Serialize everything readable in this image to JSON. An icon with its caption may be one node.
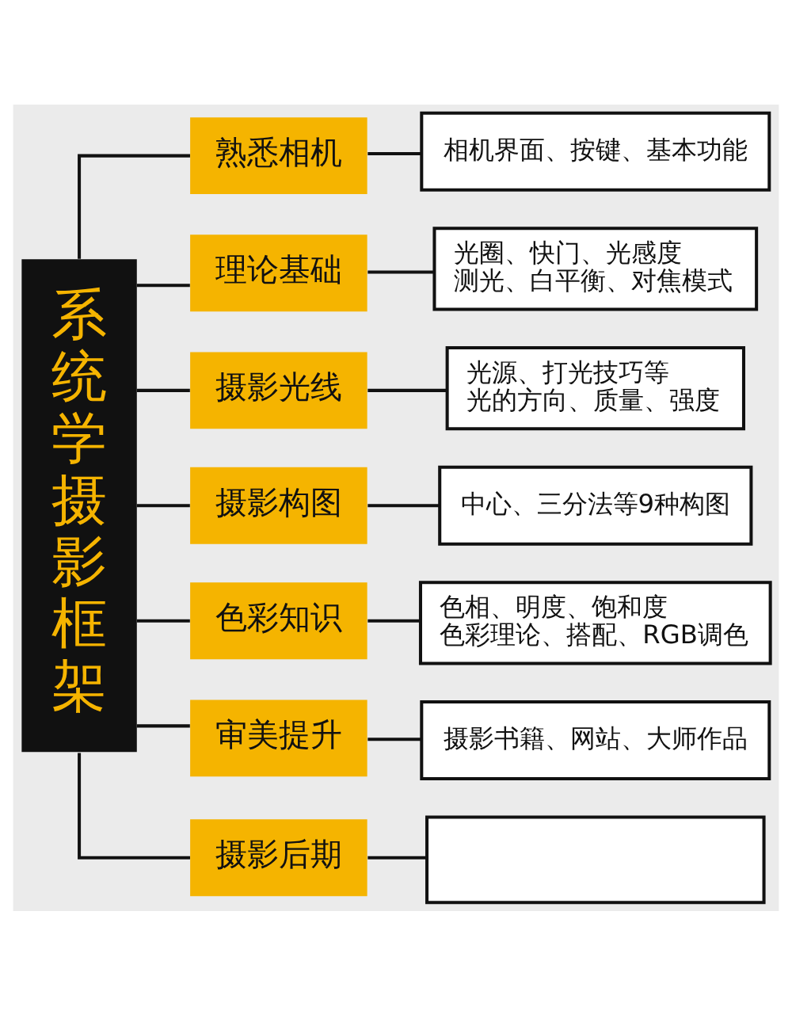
{
  "diagram": {
    "nodes": [
      {
        "text": [
          "系统学摄影框架"
        ]
      },
      {
        "text": [
          "熟悉相机"
        ]
      },
      {
        "text": [
          "相机界面、按键、基本功能"
        ]
      },
      {
        "text": [
          "理论基础"
        ]
      },
      {
        "text": [
          "光圈、快门、光感度",
          "测光、白平衡、对焦模式"
        ]
      },
      {
        "text": [
          "摄影光线"
        ]
      },
      {
        "text": [
          "光源、打光技巧等",
          "光的方向、质量、强度"
        ]
      },
      {
        "text": [
          "摄影构图"
        ]
      },
      {
        "text": [
          "中心、三分法等9种构图"
        ]
      },
      {
        "text": [
          "色彩知识"
        ]
      },
      {
        "text": [
          "色相、明度、饱和度",
          "色彩理论、搭配、RGB调色"
        ]
      },
      {
        "text": [
          "审美提升"
        ]
      },
      {
        "text": [
          "摄影书籍、网站、大师作品"
        ]
      },
      {
        "text": [
          "摄影后期"
        ]
      },
      {
        "text": [],
        "shape": "box"
      }
    ],
    "edges": [
      {
        "from": 0,
        "to": 1,
        "arrow": "none"
      },
      {
        "from": 0,
        "to": 3,
        "arrow": "none"
      },
      {
        "from": 0,
        "to": 5,
        "arrow": "none"
      },
      {
        "from": 0,
        "to": 7,
        "arrow": "none"
      },
      {
        "from": 0,
        "to": 9,
        "arrow": "none"
      },
      {
        "from": 0,
        "to": 11,
        "arrow": "none"
      },
      {
        "from": 0,
        "to": 13,
        "arrow": "none"
      },
      {
        "from": 1,
        "to": 2,
        "arrow": "none"
      },
      {
        "from": 3,
        "to": 4,
        "arrow": "none"
      },
      {
        "from": 5,
        "to": 6,
        "arrow": "none"
      },
      {
        "from": 7,
        "to": 8,
        "arrow": "none"
      },
      {
        "from": 9,
        "to": 10,
        "arrow": "none"
      },
      {
        "from": 11,
        "to": 12,
        "arrow": "none"
      },
      {
        "from": 13,
        "to": 14,
        "arrow": "none"
      }
    ]
  }
}
